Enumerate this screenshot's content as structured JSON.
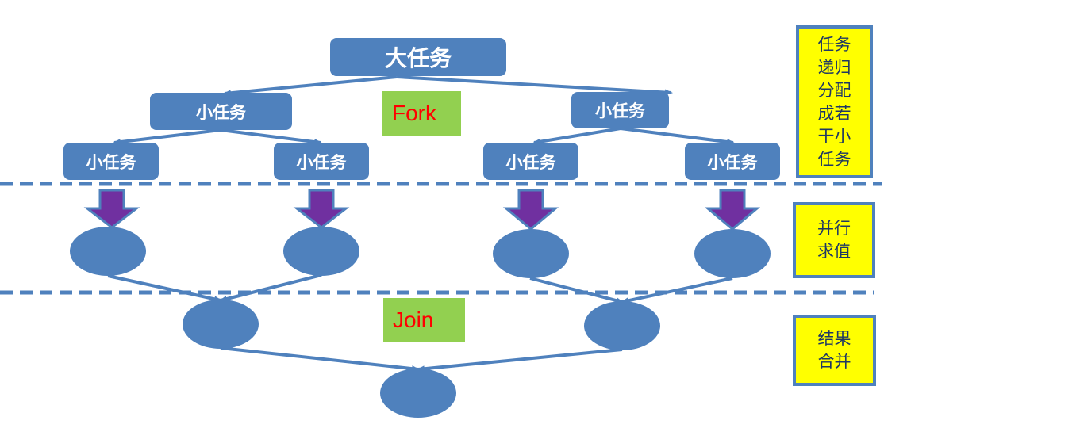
{
  "colors": {
    "node_fill": "#4f81bd",
    "arrow_fill": "#7030a0",
    "label_bg": "#92d050",
    "label_text": "#ff0000",
    "note_bg": "#ffff00",
    "note_border": "#4f81bd",
    "note_text": "#1f3864"
  },
  "fork_phase": {
    "root_task": "大任务",
    "level1_tasks": [
      "小任务",
      "小任务"
    ],
    "level2_tasks": [
      "小任务",
      "小任务",
      "小任务",
      "小任务"
    ],
    "label": "Fork"
  },
  "join_phase": {
    "label": "Join"
  },
  "side_notes": [
    {
      "text": "任务\n递归\n分配\n成若\n干小\n任务"
    },
    {
      "text": "并行\n求值"
    },
    {
      "text": "结果\n合并"
    }
  ]
}
